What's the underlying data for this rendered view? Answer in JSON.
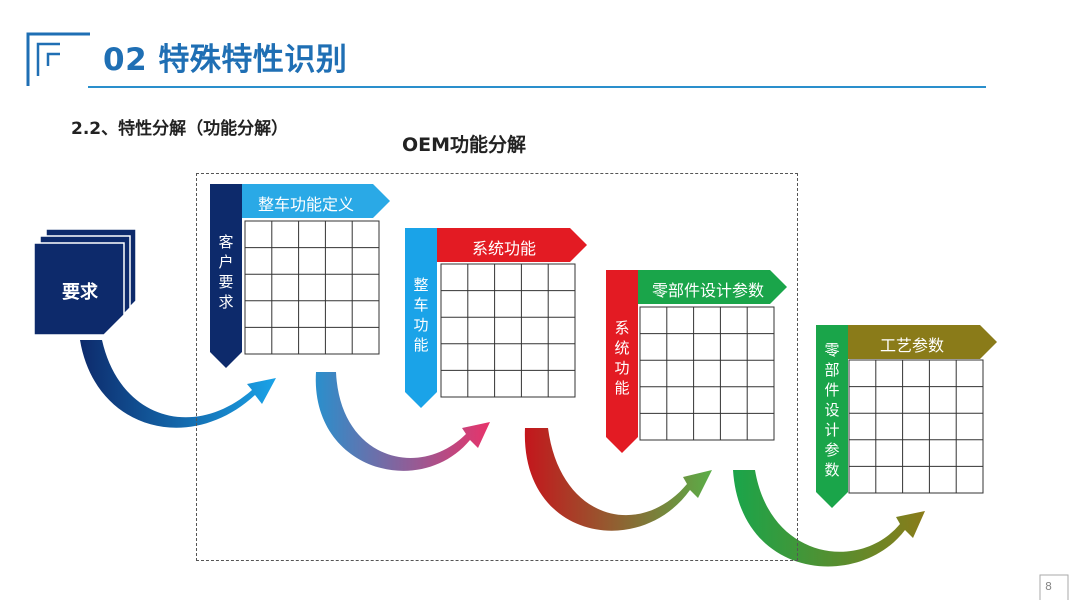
{
  "slide": {
    "title": "02 特殊特性识别",
    "subtitle": "2.2、特性分解（功能分解）",
    "oem_title": "OEM功能分解",
    "page_number": "8"
  },
  "requirement": {
    "label": "要求",
    "color": "#0d2a6b"
  },
  "blocks": [
    {
      "banner": "整车功能定义",
      "side": "客户要求",
      "banner_color": "#2aa9e6",
      "side_color": "#0d2a6b"
    },
    {
      "banner": "系统功能",
      "side": "整车功能",
      "banner_color": "#e31b23",
      "side_color": "#1aa3e8"
    },
    {
      "banner": "零部件设计参数",
      "side": "系统功能",
      "banner_color": "#1aa54a",
      "side_color": "#e31b23"
    },
    {
      "banner": "工艺参数",
      "side": "零部件设计参数",
      "banner_color": "#8a7b19",
      "side_color": "#1aa54a"
    }
  ]
}
